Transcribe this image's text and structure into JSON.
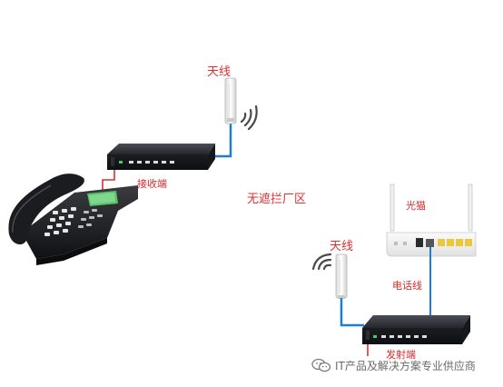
{
  "labels": {
    "antenna_top": "天线",
    "receiver": "接收端",
    "no_obstruction_area": "无遮拦厂区",
    "optical_modem": "光猫",
    "antenna_bottom": "天线",
    "phone_line": "电话线",
    "transmitter": "发射端"
  },
  "watermark": {
    "icon": "wechat-icon",
    "text": "IT产品及解决方案专业供应商"
  },
  "colors": {
    "label_red": "#e03030",
    "cable_blue": "#1c7fd6",
    "device_dark": "#2a2c31"
  }
}
